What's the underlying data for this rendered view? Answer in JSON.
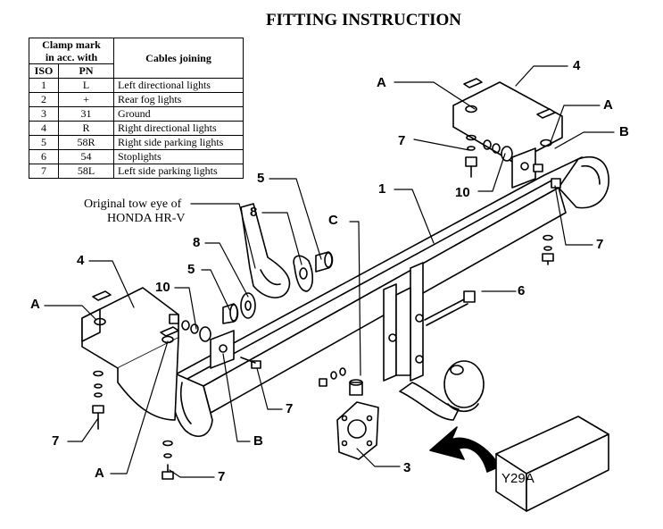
{
  "title": "FITTING INSTRUCTION",
  "table": {
    "header_clamp": "Clamp mark in acc. with",
    "header_iso": "ISO",
    "header_pn": "PN",
    "header_cables": "Cables joining",
    "rows": [
      {
        "iso": "1",
        "pn": "L",
        "cable": "Left directional lights"
      },
      {
        "iso": "2",
        "pn": "+",
        "cable": "Rear fog lights"
      },
      {
        "iso": "3",
        "pn": "31",
        "cable": "Ground"
      },
      {
        "iso": "4",
        "pn": "R",
        "cable": "Right directional lights"
      },
      {
        "iso": "5",
        "pn": "58R",
        "cable": "Right side parking lights"
      },
      {
        "iso": "6",
        "pn": "54",
        "cable": "Stoplights"
      },
      {
        "iso": "7",
        "pn": "58L",
        "cable": "Left side parking lights"
      }
    ]
  },
  "note": {
    "line1": "Original tow  eye of",
    "line2": "HONDA HR-V"
  },
  "box_label": "Y29A",
  "labels": {
    "a": "A",
    "b": "B",
    "c": "C",
    "n1": "1",
    "n3": "3",
    "n4": "4",
    "n5": "5",
    "n6": "6",
    "n7": "7",
    "n8": "8",
    "n10": "10"
  }
}
